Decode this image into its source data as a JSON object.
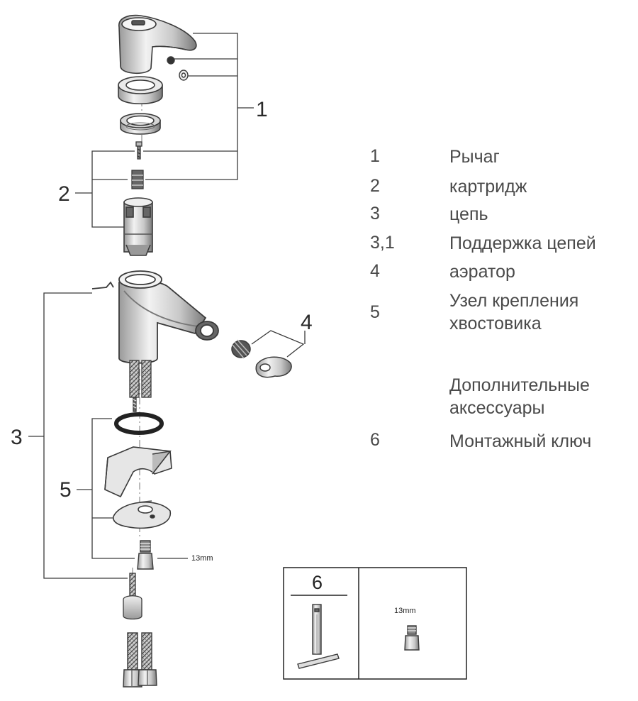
{
  "callouts": {
    "c1": "1",
    "c2": "2",
    "c3": "3",
    "c4": "4",
    "c5": "5"
  },
  "dimension_label": "13mm",
  "legend": [
    {
      "num": "1",
      "text": "Рычаг"
    },
    {
      "num": "2",
      "text": "картридж"
    },
    {
      "num": "3",
      "text": "цепь"
    },
    {
      "num": "3,1",
      "text": "Поддержка цепей"
    },
    {
      "num": "4",
      "text": "аэратор"
    },
    {
      "num": "5",
      "text": "Узел крепления хвостовика"
    },
    {
      "num": "",
      "text": "Дополнительные аксессуары"
    },
    {
      "num": "6",
      "text": "Монтажный ключ"
    }
  ],
  "inset": {
    "number": "6",
    "dimension": "13mm"
  },
  "colors": {
    "line": "#3a3a3a",
    "part_fill": "#d9d9d9",
    "part_dark": "#555555"
  }
}
